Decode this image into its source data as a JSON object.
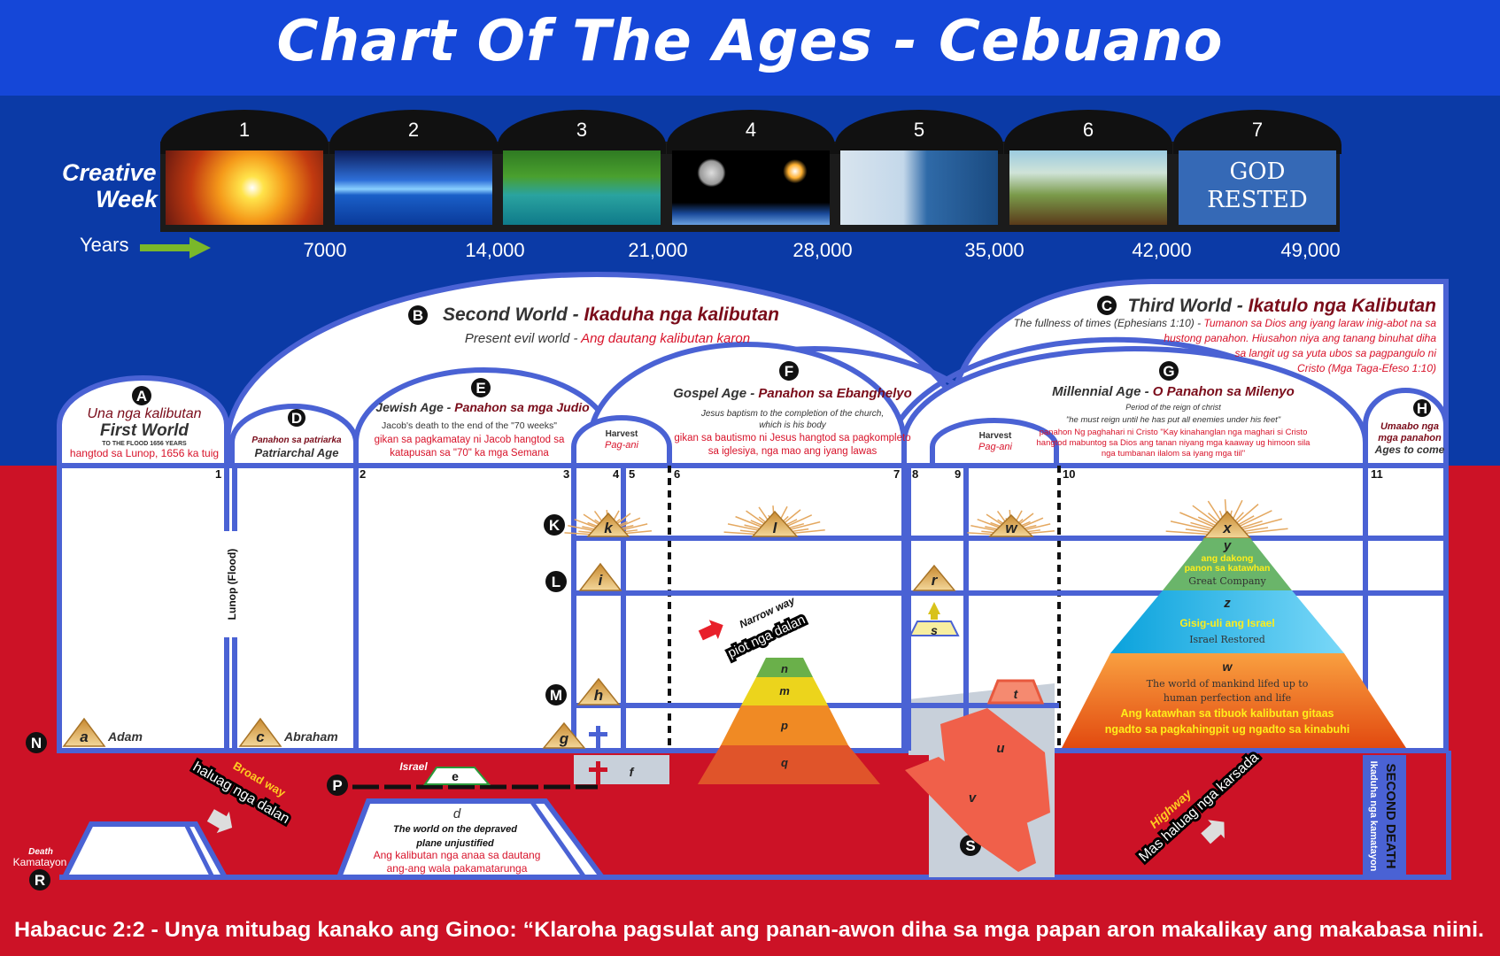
{
  "title": "Chart Of The Ages - Cebuano",
  "creative_week": {
    "label_line1": "Creative",
    "label_line2": "Week",
    "days": [
      "1",
      "2",
      "3",
      "4",
      "5",
      "6",
      "7"
    ],
    "day7_line1": "GOD",
    "day7_line2": "RESTED",
    "years_label": "Years",
    "years": [
      "7000",
      "14,000",
      "21,000",
      "28,000",
      "35,000",
      "42,000",
      "49,000"
    ]
  },
  "worlds": {
    "A": {
      "marker": "A",
      "title_ceb": "Una nga kalibutan",
      "title_en": "First World",
      "sub_en": "TO THE FLOOD 1656 YEARS",
      "sub_ceb": "hangtod sa Lunop, 1656 ka tuig"
    },
    "B": {
      "marker": "B",
      "title_en": "Second World - ",
      "title_ceb": "Ikaduha nga kalibutan",
      "sub_en": "Present evil world - ",
      "sub_ceb": "Ang dautang kalibutan karon"
    },
    "C": {
      "marker": "C",
      "title_en": "Third World - ",
      "title_ceb": "Ikatulo nga Kalibutan",
      "sub_en": "The fullness of times (Ephesians 1:10)  - ",
      "ceb_lines": [
        "Tumanon sa Dios ang iyang laraw inig-abot na sa",
        "hustong panahon. Hiusahon niya ang tanang binuhat diha",
        "sa langit ug sa yuta ubos sa pagpangulo ni",
        "Cristo (Mga Taga-Efeso 1:10)"
      ]
    }
  },
  "ages": {
    "D": {
      "marker": "D",
      "title_ceb": "Panahon sa patriarka",
      "title_en": "Patriarchal Age"
    },
    "E": {
      "marker": "E",
      "title_en": "Jewish Age - ",
      "title_ceb": "Panahon sa mga Judio",
      "sub_en": "Jacob's death to the end of the \"70 weeks\"",
      "ceb_lines": [
        "gikan sa pagkamatay ni Jacob hangtod sa",
        "katapusan sa \"70\" ka mga Semana"
      ]
    },
    "F": {
      "marker": "F",
      "title_en": "Gospel  Age - ",
      "title_ceb": "Panahon sa Ebanghelyo",
      "en_lines": [
        "Jesus baptism to the completion of the church,",
        "which is his body"
      ],
      "ceb_lines": [
        "gikan sa bautismo ni Jesus hangtod sa pagkompleto",
        "sa iglesiya, nga mao ang iyang lawas"
      ]
    },
    "G": {
      "marker": "G",
      "title_en": "Millennial Age - ",
      "title_ceb": "O Panahon sa Milenyo",
      "en_lines": [
        "Period of the reign of christ",
        "\"he must reign until he has put all enemies under his feet\""
      ],
      "ceb_lines": [
        "panahon Ng paghahari ni Cristo \"Kay kinahanglan nga maghari si Cristo",
        "hangtod mabuntog sa Dios ang tanan niyang mga kaaway ug himoon sila",
        "nga tumbanan ilalom sa iyang mga tiil\""
      ]
    },
    "H": {
      "marker": "H",
      "ceb_line1": "Umaabo nga",
      "ceb_line2": "mga panahon",
      "title_en": "Ages to come"
    },
    "harvest": {
      "en": "Harvest",
      "ceb": "Pag-ani"
    }
  },
  "dividers": [
    "1",
    "2",
    "3",
    "4",
    "5",
    "6",
    "7",
    "8",
    "9",
    "10",
    "11"
  ],
  "flood_label": "Lunop (Flood)",
  "row_markers": {
    "K": "K",
    "L": "L",
    "M": "M",
    "N": "N",
    "P": "P",
    "R": "R",
    "S": "S"
  },
  "planes": {
    "a": "a",
    "adam": "Adam",
    "c": "c",
    "abraham": "Abraham",
    "g": "g",
    "h": "h",
    "i": "i",
    "k": "k",
    "l": "l",
    "w_top": "w",
    "x": "x",
    "r": "r",
    "s": "s",
    "t": "t",
    "u": "u",
    "v": "v",
    "f": "f",
    "e": "e",
    "israel": "Israel",
    "n": "n",
    "m": "m",
    "p": "p",
    "q": "q"
  },
  "millennial_pyramid": {
    "y": "y",
    "y_ceb1": "ang dakong",
    "y_ceb2": "panon sa katawhan",
    "y_en": "Great Company",
    "z": "z",
    "z_ceb": "Gisig-uli ang Israel",
    "z_en": "Israel Restored",
    "w": "w",
    "w_en1": "The world of mankind lifed up to",
    "w_en2": "human perfection and life",
    "w_ceb1": "Ang katawhan sa tibuok kalibutan gitaas",
    "w_ceb2": "ngadto sa pagkahingpit ug ngadto sa kinabuhi"
  },
  "depraved_plane": {
    "d": "d",
    "en1": "The world on the depraved",
    "en2": "plane unjustified",
    "ceb1": "Ang kalibutan nga anaa sa dautang",
    "ceb2": "ang-ang wala pakamatarunga"
  },
  "roads": {
    "broad_en": "Broad way",
    "broad_ceb": "haluag nga dalan",
    "narrow_en": "Narrow way",
    "narrow_ceb": "piot nga dalan",
    "high_en": "Highway",
    "high_ceb": "Mas haluag nga karsada"
  },
  "death": {
    "en": "Death",
    "ceb": "Kamatayon"
  },
  "second_death": {
    "en": "SECOND DEATH",
    "ceb": "Ikaduha nga kamatayon"
  },
  "footer": "Habacuc 2:2 - Unya mitubag kanako ang Ginoo: “Klaroha pagsulat ang panan-awon diha sa mga papan aron makalikay ang makabasa niini.",
  "colors": {
    "title_blue": "#1547d8",
    "body_blue": "#0b3aa6",
    "body_red": "#cc1226",
    "line_blue": "#4a62d4",
    "gold": "#e2b060"
  }
}
